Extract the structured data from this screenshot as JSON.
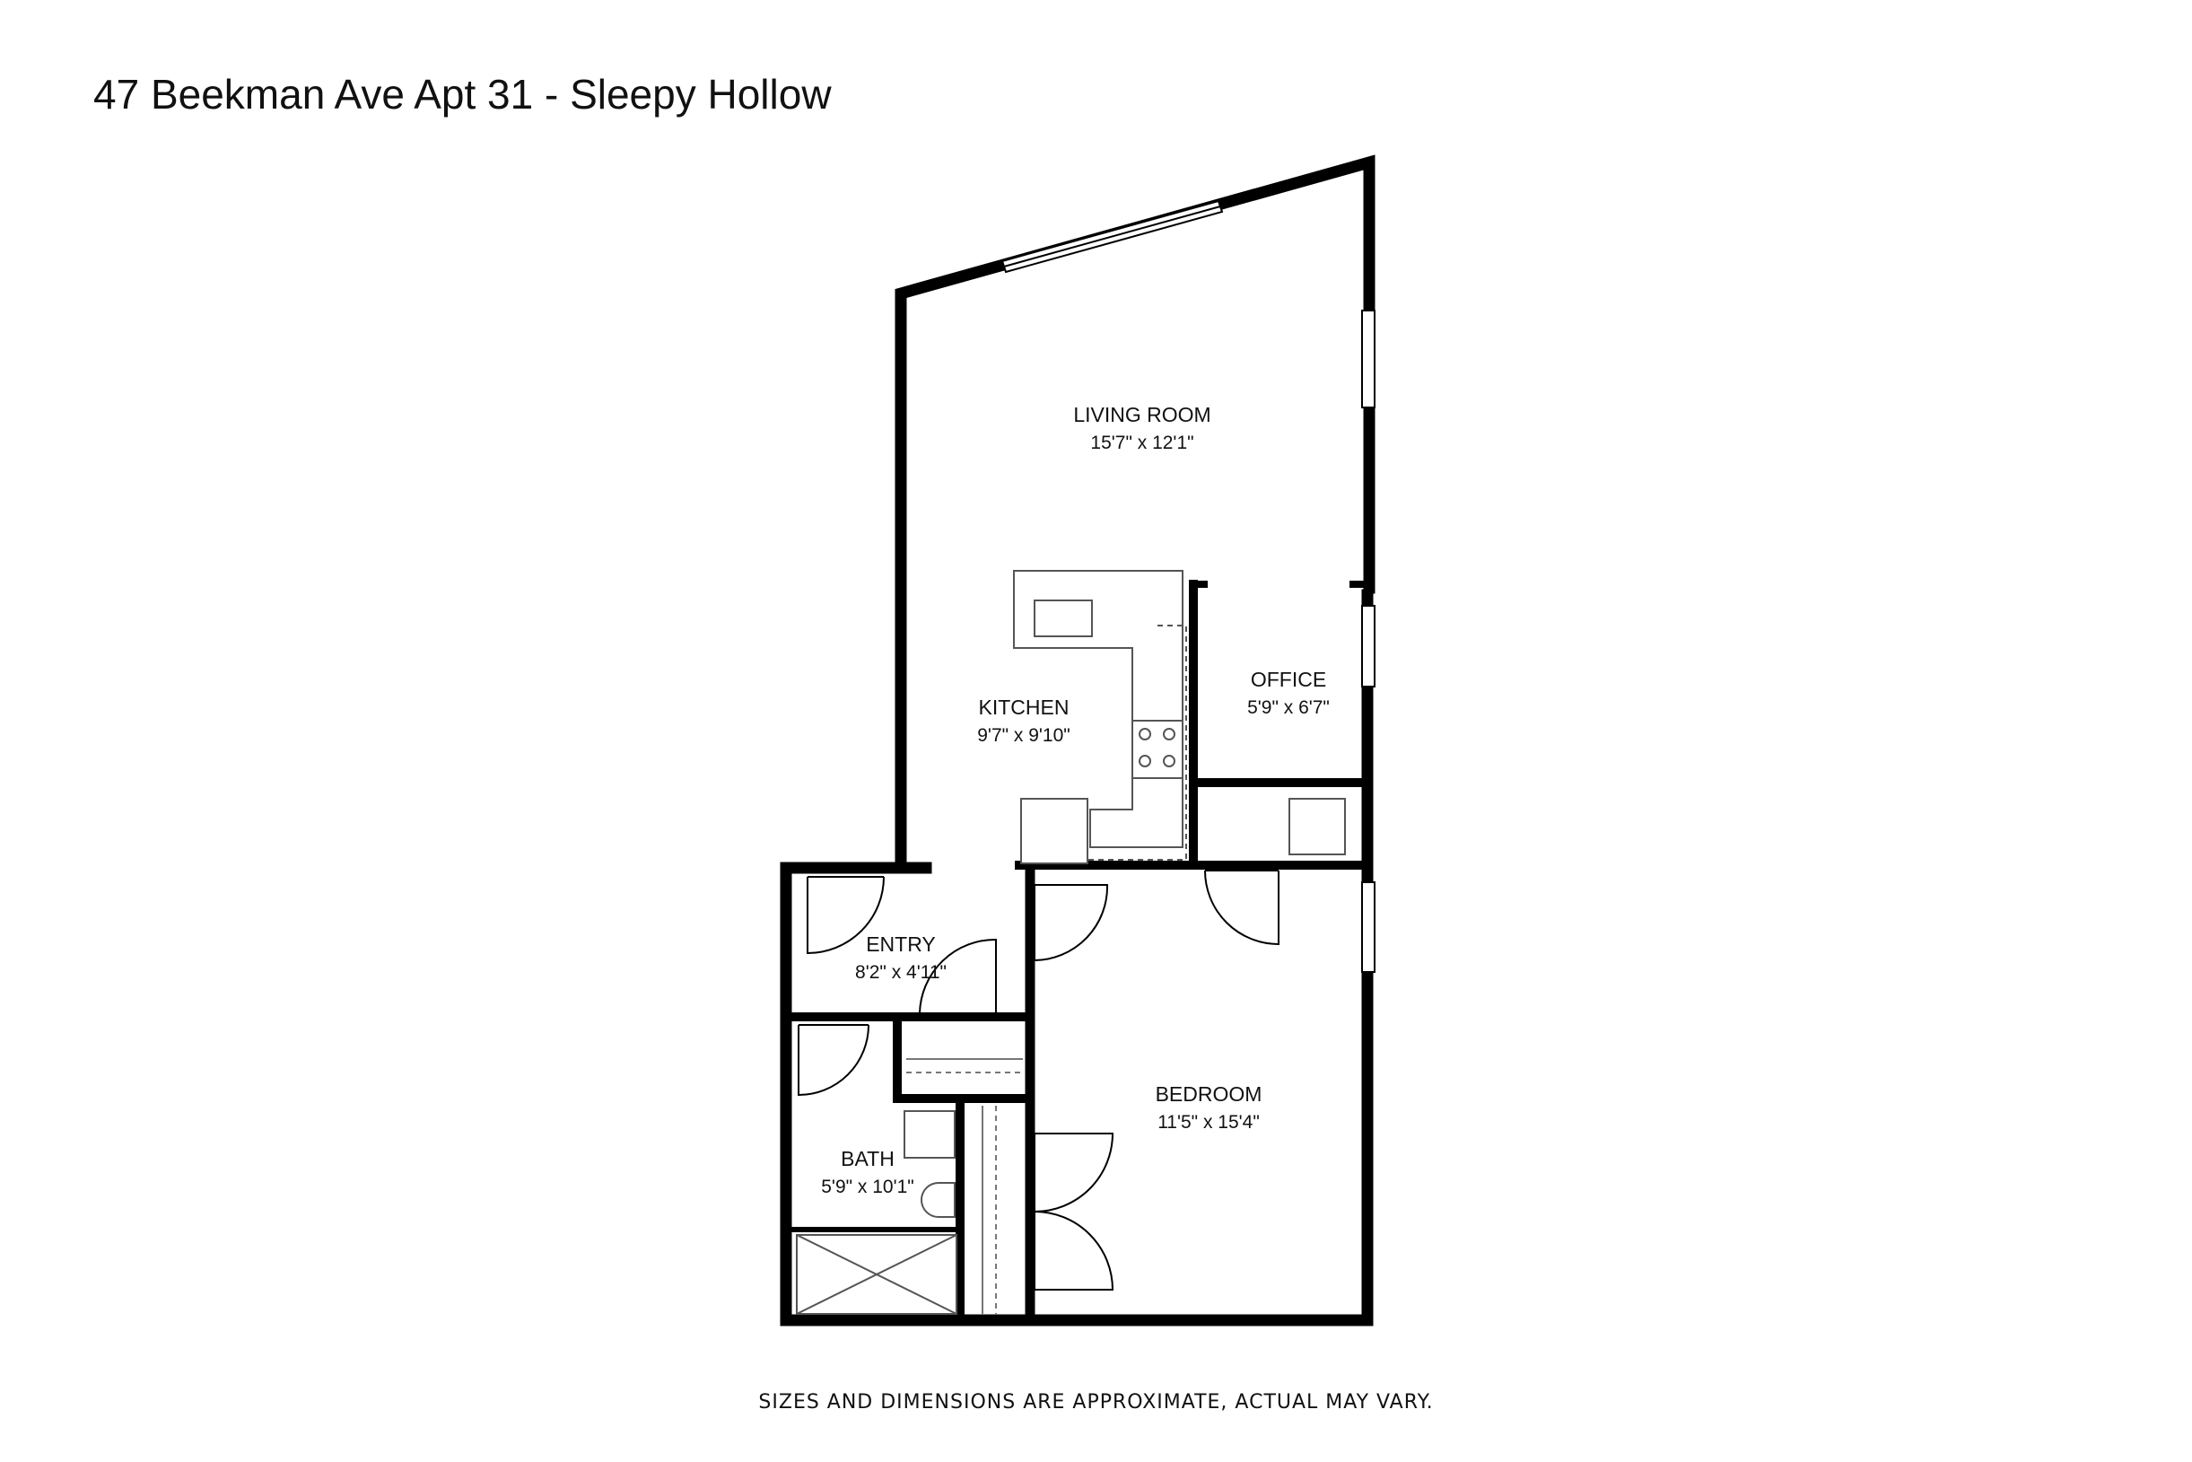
{
  "title": "47 Beekman Ave Apt 31 - Sleepy Hollow",
  "footer": "SIZES AND DIMENSIONS ARE APPROXIMATE, ACTUAL MAY VARY.",
  "rooms": {
    "living_room": {
      "name": "LIVING ROOM",
      "dims": "15'7\" x 12'1\""
    },
    "kitchen": {
      "name": "KITCHEN",
      "dims": "9'7\" x 9'10\""
    },
    "office": {
      "name": "OFFICE",
      "dims": "5'9\" x 6'7\""
    },
    "entry": {
      "name": "ENTRY",
      "dims": "8'2\" x 4'11\""
    },
    "bedroom": {
      "name": "BEDROOM",
      "dims": "11'5\" x 15'4\""
    },
    "bath": {
      "name": "BATH",
      "dims": "5'9\" x 10'1\""
    }
  },
  "colors": {
    "wall": "#000000",
    "fixture": "#555555",
    "background": "#ffffff"
  }
}
